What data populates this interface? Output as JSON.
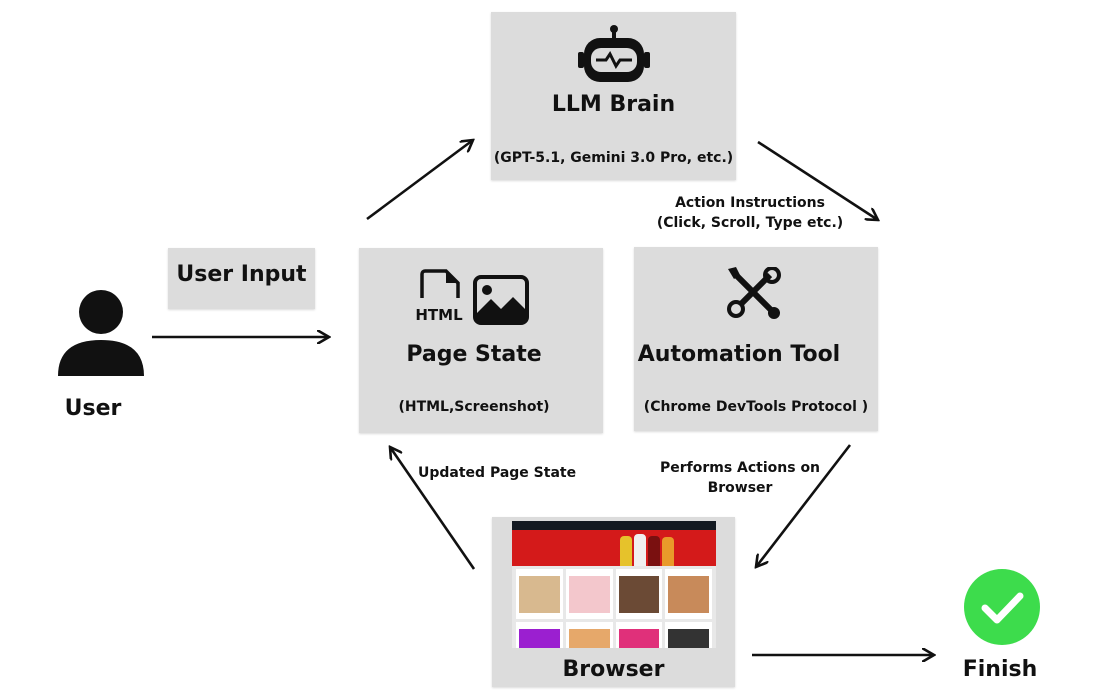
{
  "nodes": {
    "llm": {
      "title": "LLM Brain",
      "subtitle": "(GPT-5.1, Gemini 3.0 Pro, etc.)",
      "icon": "robot-icon"
    },
    "user_input": {
      "label": "User Input"
    },
    "page_state": {
      "title": "Page State",
      "subtitle": "(HTML,Screenshot)",
      "icon_label": "HTML",
      "icons": [
        "html-file-icon",
        "image-icon"
      ]
    },
    "automation": {
      "title": "Automation Tool",
      "subtitle": "(Chrome DevTools Protocol )",
      "icon": "tools-icon"
    },
    "browser": {
      "title": "Browser"
    },
    "user": {
      "label": "User",
      "icon": "user-icon"
    },
    "finish": {
      "label": "Finish",
      "icon": "check-icon",
      "color": "#3ddc4c"
    }
  },
  "edges": {
    "action_line1": "Action Instructions",
    "action_line2": "(Click, Scroll,  Type etc.)",
    "performs_line1": "Performs Actions on",
    "performs_line2": "Browser",
    "updated": "Updated Page State"
  }
}
